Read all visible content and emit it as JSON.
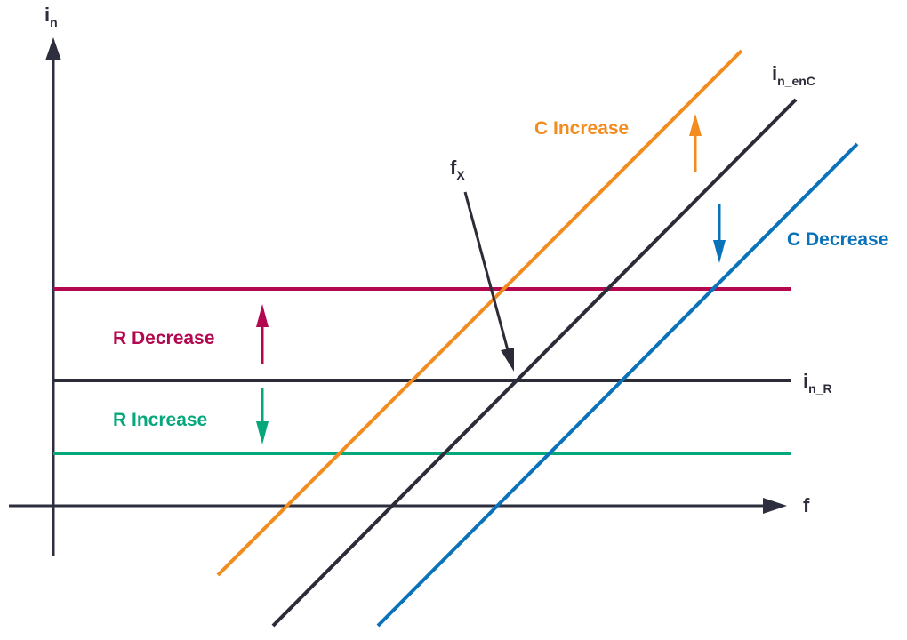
{
  "labels": {
    "y_axis": {
      "main": "i",
      "sub": "n"
    },
    "x_axis": "f",
    "in_enC": {
      "main": "i",
      "sub": "n_enC"
    },
    "in_R": {
      "main": "i",
      "sub": "n_R"
    },
    "fx": {
      "main": "f",
      "sub": "X"
    },
    "c_increase": "C Increase",
    "c_decrease": "C Decrease",
    "r_decrease": "R Decrease",
    "r_increase": "R Increase"
  },
  "colors": {
    "axis": "#2e2f3e",
    "black_line": "#2b2c38",
    "orange": "#f28c1f",
    "blue": "#0a72b8",
    "magenta": "#b3084f",
    "green": "#07a77c"
  }
}
